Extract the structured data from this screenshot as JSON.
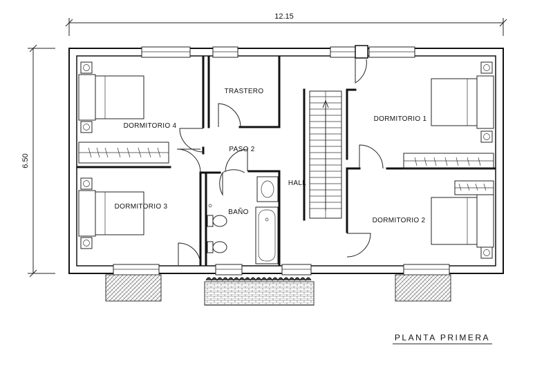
{
  "dimensions": {
    "width": "12.15",
    "depth": "6.50"
  },
  "rooms": {
    "dormitorio_4": "DORMITORIO 4",
    "dormitorio_3": "DORMITORIO 3",
    "trastero": "TRASTERO",
    "paso_2": "PASO 2",
    "bano": "BAÑO",
    "hall": "HALL",
    "dormitorio_1": "DORMITORIO 1",
    "dormitorio_2": "DORMITORIO 2"
  },
  "title": "PLANTA PRIMERA"
}
